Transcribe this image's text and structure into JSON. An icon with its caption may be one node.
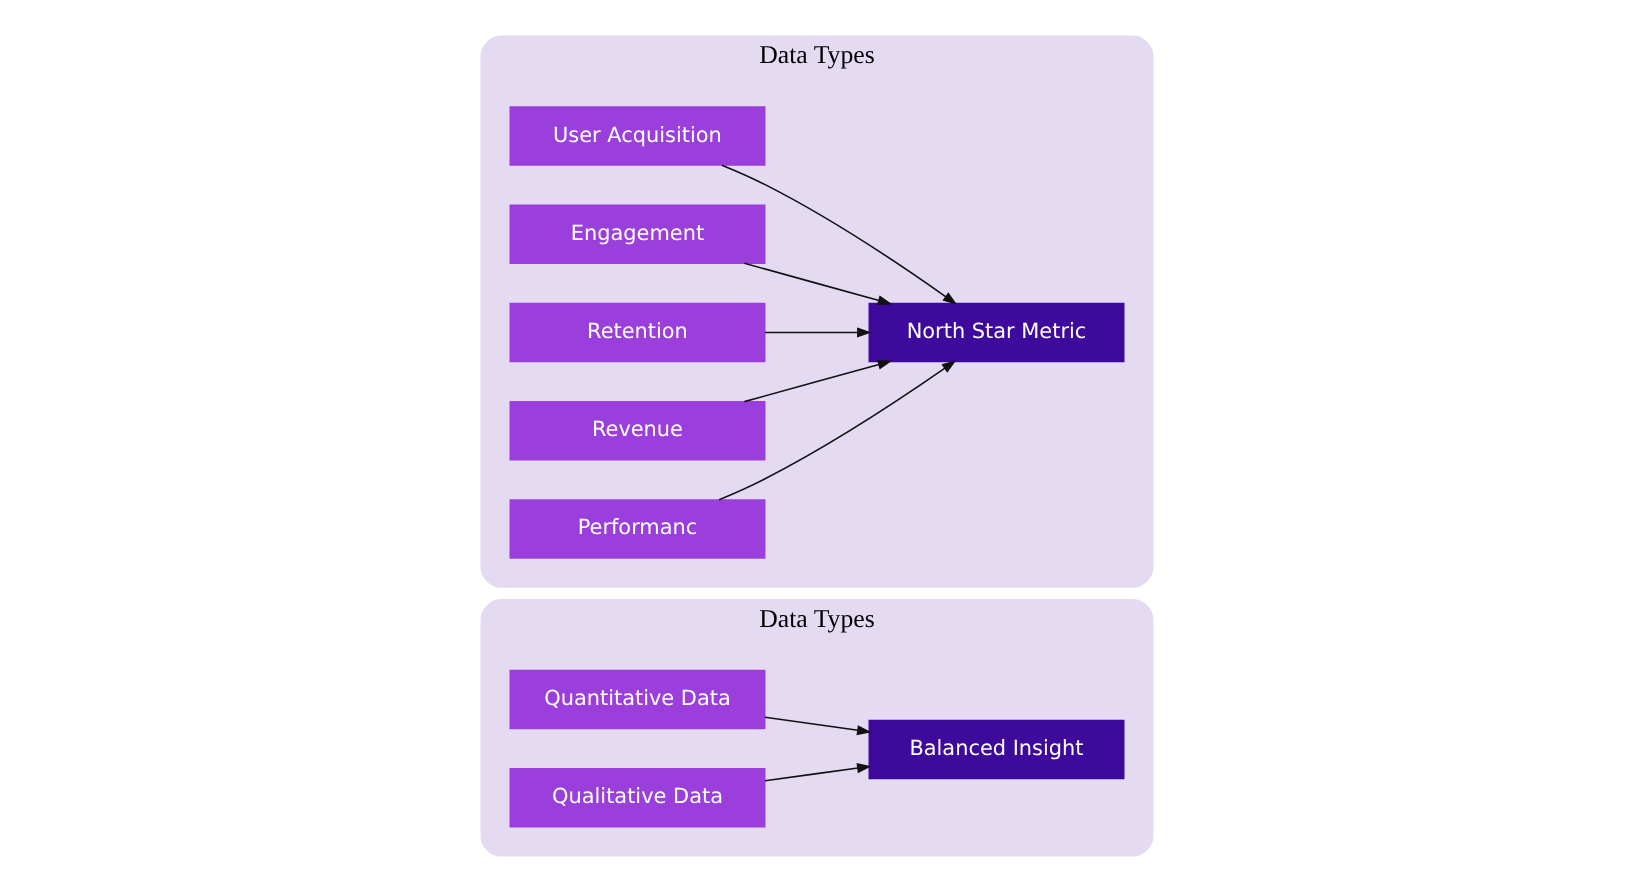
{
  "diagram": {
    "nodes": [
      {
        "text": [
          "Data Types"
        ]
      },
      {
        "text": [
          "Quantitative Data"
        ],
        "in": 0
      },
      {
        "text": [
          "Qualitative Data"
        ],
        "in": 0
      },
      {
        "text": [
          "Balanced Insight"
        ],
        "in": 0
      },
      {
        "text": [
          "Data Types"
        ]
      },
      {
        "text": [
          "User Acquisition"
        ],
        "in": 4
      },
      {
        "text": [
          "Engagement"
        ],
        "in": 4
      },
      {
        "text": [
          "Retention"
        ],
        "in": 4
      },
      {
        "text": [
          "Revenue"
        ],
        "in": 4
      },
      {
        "text": [
          "Performanc"
        ],
        "in": 4
      },
      {
        "text": [
          "North Star Metric"
        ],
        "in": 4
      }
    ],
    "edges": [
      {
        "from": 1,
        "to": 3,
        "arrow": "to"
      },
      {
        "from": 2,
        "to": 3,
        "arrow": "to"
      },
      {
        "from": 5,
        "to": 10,
        "arrow": "to"
      },
      {
        "from": 6,
        "to": 10,
        "arrow": "to"
      },
      {
        "from": 7,
        "to": 10,
        "arrow": "to"
      },
      {
        "from": 8,
        "to": 10,
        "arrow": "to"
      },
      {
        "from": 9,
        "to": 10,
        "arrow": "to"
      }
    ]
  }
}
